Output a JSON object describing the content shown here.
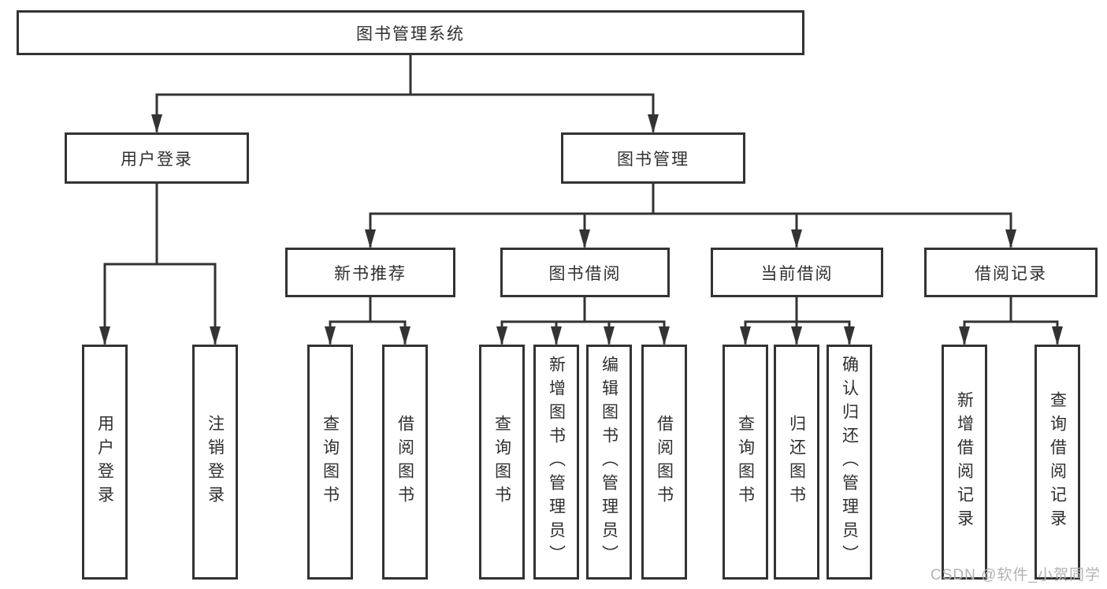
{
  "diagram": {
    "title_node": {
      "label": "图书管理系统"
    },
    "level2": [
      {
        "label": "用户登录"
      },
      {
        "label": "图书管理"
      }
    ],
    "level3": [
      {
        "label": "新书推荐"
      },
      {
        "label": "图书借阅"
      },
      {
        "label": "当前借阅"
      },
      {
        "label": "借阅记录"
      }
    ],
    "leaves": [
      {
        "parent": "用户登录",
        "label": "用户登录"
      },
      {
        "parent": "用户登录",
        "label": "注销登录"
      },
      {
        "parent": "新书推荐",
        "label": "查询图书"
      },
      {
        "parent": "新书推荐",
        "label": "借阅图书"
      },
      {
        "parent": "图书借阅",
        "label": "查询图书"
      },
      {
        "parent": "图书借阅",
        "label": "新增图书（管理员）"
      },
      {
        "parent": "图书借阅",
        "label": "编辑图书（管理员）"
      },
      {
        "parent": "图书借阅",
        "label": "借阅图书"
      },
      {
        "parent": "当前借阅",
        "label": "查询图书"
      },
      {
        "parent": "当前借阅",
        "label": "归还图书"
      },
      {
        "parent": "当前借阅",
        "label": "确认归还（管理员）"
      },
      {
        "parent": "借阅记录",
        "label": "新增借阅记录"
      },
      {
        "parent": "借阅记录",
        "label": "查询借阅记录"
      }
    ],
    "colors": {
      "line": "#333333",
      "text": "#2f2f2f",
      "watermark": "#b3b3b3",
      "background": "#ffffff"
    }
  },
  "watermark": "CSDN @软件_小贺同学"
}
